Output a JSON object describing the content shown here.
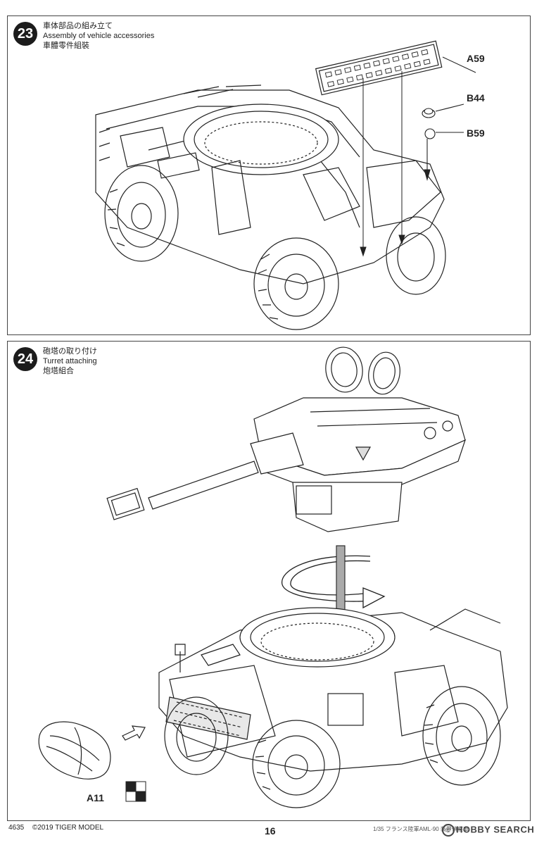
{
  "steps": [
    {
      "number": "23",
      "title_ja": "車体部品の組み立て",
      "title_en": "Assembly of vehicle accessories",
      "title_zh": "車體零件組裝",
      "parts": [
        "A59",
        "B44",
        "B59"
      ]
    },
    {
      "number": "24",
      "title_ja": "砲塔の取り付け",
      "title_en": "Turret attaching",
      "title_zh": "炮塔組合",
      "parts": [
        "A11"
      ]
    }
  ],
  "footer": {
    "code": "4635",
    "copyright": "©2019  TIGER MODEL",
    "page": "16",
    "product": "1/35 フランス陸軍AML-90 装甲偵察車"
  },
  "watermark": {
    "symbol": "©",
    "text": "HOBBY SEARCH"
  },
  "colors": {
    "line": "#222222",
    "badge": "#1c1c1c"
  }
}
